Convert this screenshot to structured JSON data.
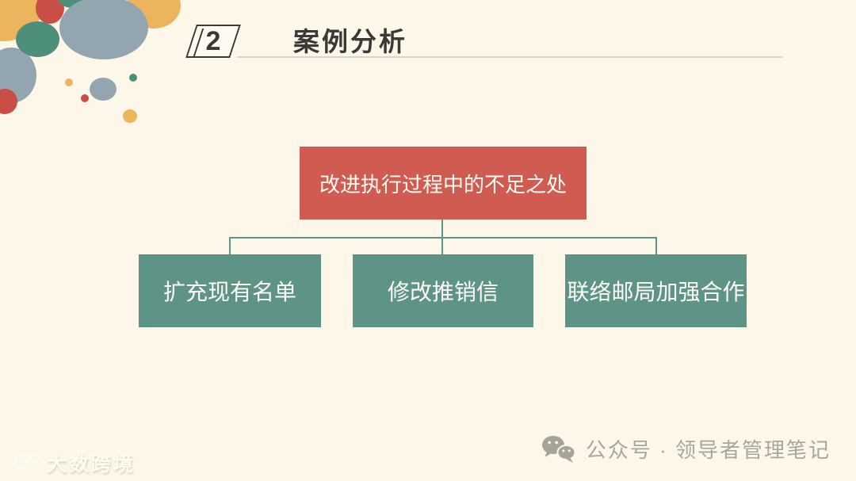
{
  "header": {
    "section_number": "2",
    "title": "案例分析"
  },
  "flowchart": {
    "type": "tree",
    "root": {
      "label": "改进执行过程中的不足之处"
    },
    "children": [
      {
        "label": "扩充现有名单"
      },
      {
        "label": "修改推销信"
      },
      {
        "label": "联络邮局加强合作"
      }
    ]
  },
  "footer": {
    "watermark_text": "大数跨境",
    "wechat_account_label": "公众号 · 领导者管理笔记"
  },
  "colors": {
    "background": "#FCF7E9",
    "root_box": "#D05B51",
    "child_box": "#5E9488",
    "connector": "#5E9488",
    "title_text": "#3B3936",
    "title_rule": "#D9D5C7",
    "footer_text": "#A8A69D",
    "palette_yellow": "#ECB45C",
    "palette_red": "#C94F46",
    "palette_teal": "#4E8F7B",
    "palette_gray_blue": "#93A6B0"
  }
}
